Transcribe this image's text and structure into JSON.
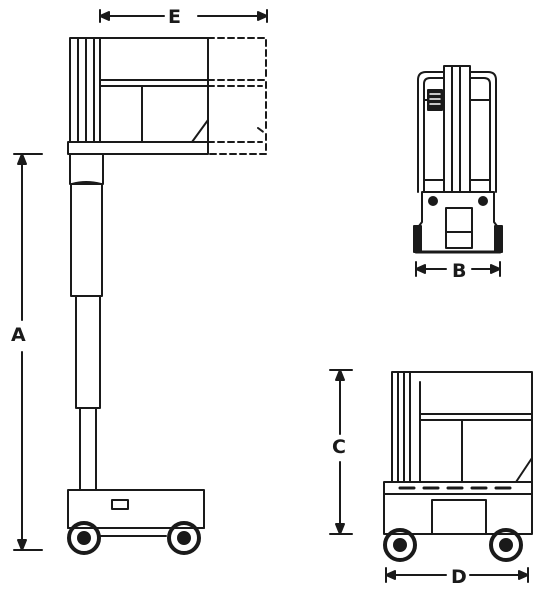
{
  "dimensions": {
    "e": "E",
    "a": "A",
    "b": "B",
    "c": "C",
    "d": "D"
  },
  "colors": {
    "stroke": "#1a1a1a",
    "fill": "#ffffff",
    "hatch": "#555555"
  }
}
